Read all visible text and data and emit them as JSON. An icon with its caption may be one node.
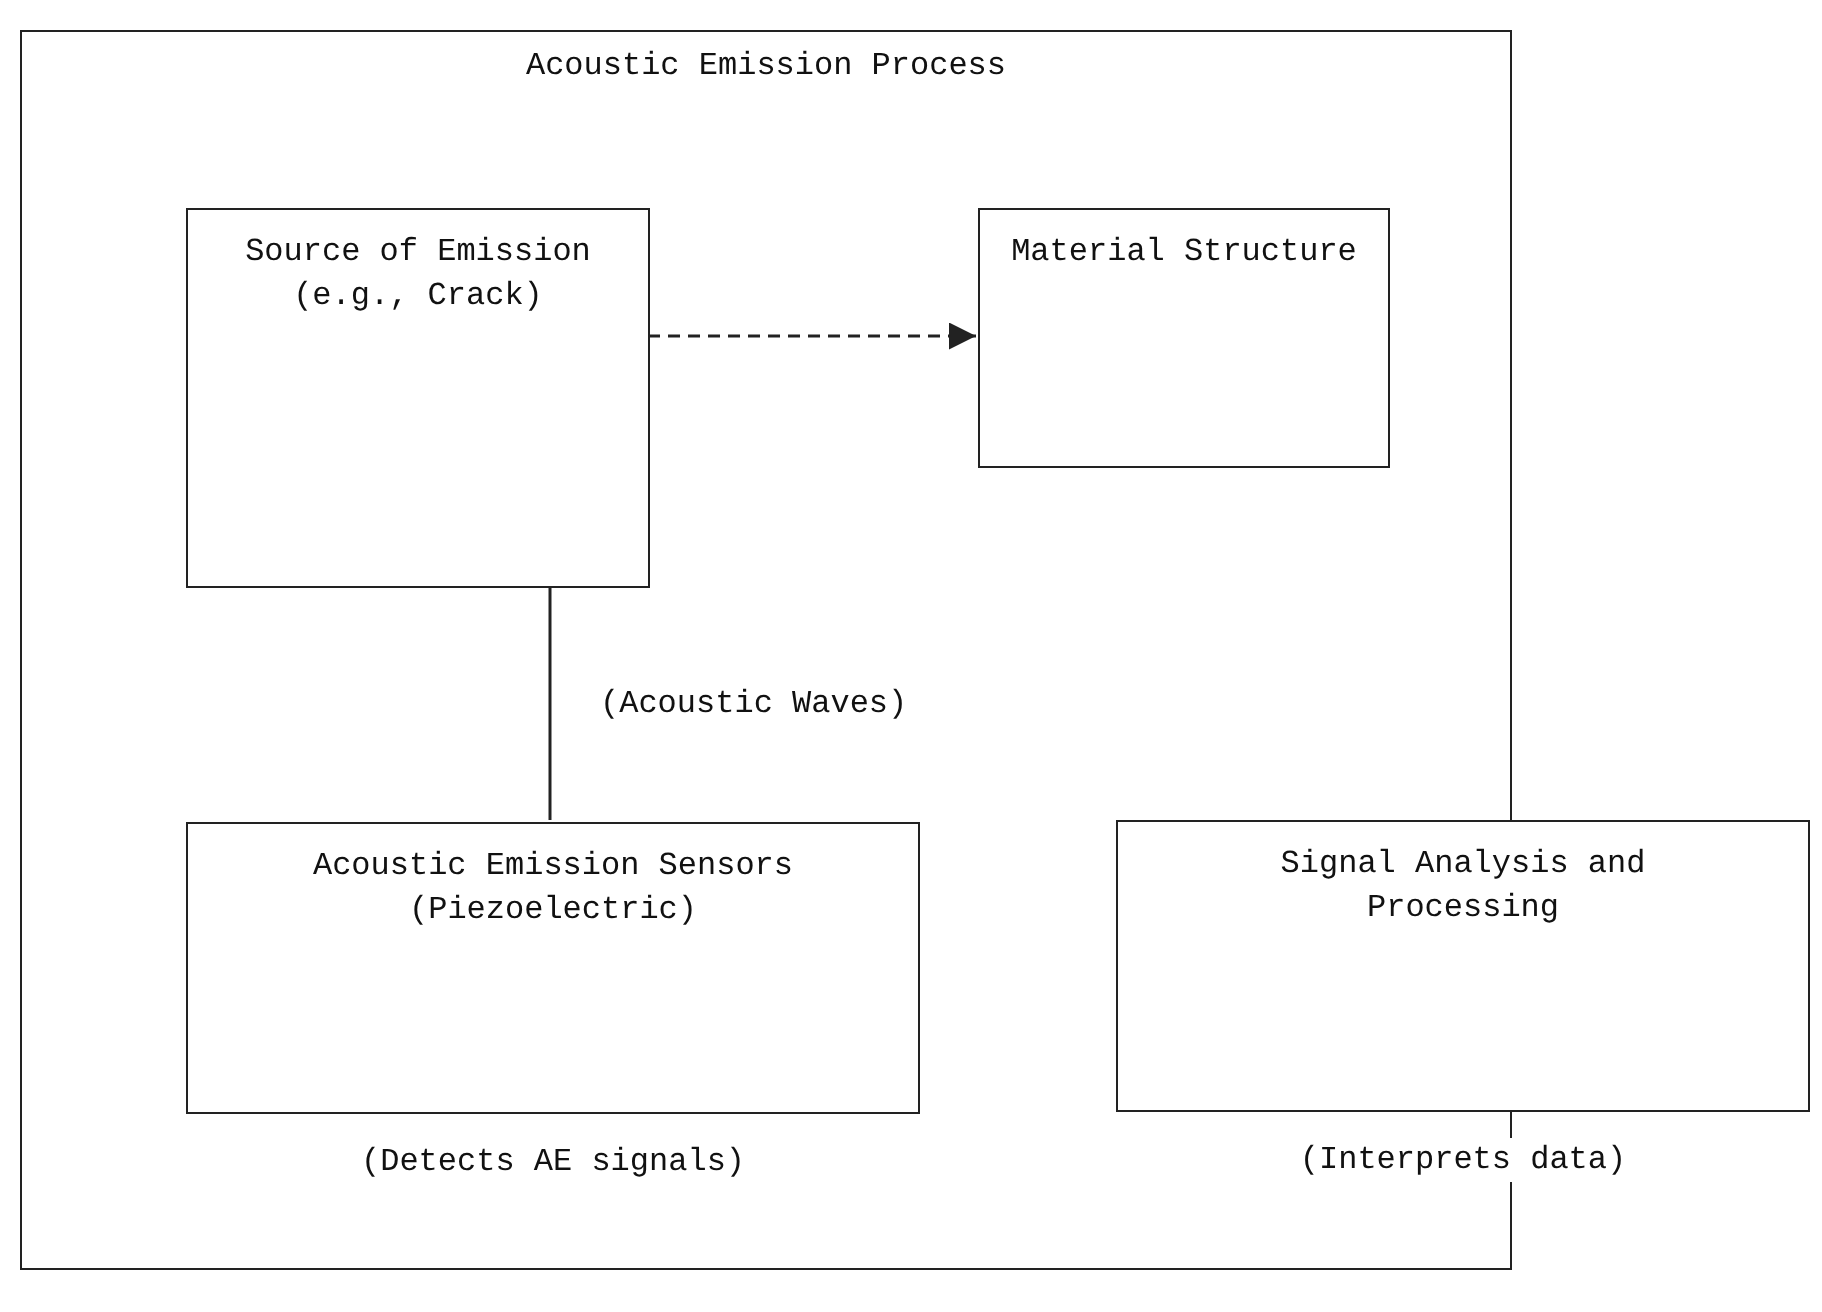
{
  "diagram": {
    "nodes": [
      {
        "text": [
          "Acoustic Emission Process"
        ]
      },
      {
        "text": [
          "Source of Emission (e.g., Crack)"
        ],
        "in": 0
      },
      {
        "text": [
          "Material Structure"
        ],
        "in": 0
      },
      {
        "text": [
          "Acoustic Emission Sensors (Piezoelectric)"
        ],
        "in": 0,
        "beside": [
          "(Detects AE signals)"
        ]
      },
      {
        "text": [
          "Signal Analysis and Processing"
        ],
        "beside": [
          "(Interprets data)"
        ]
      }
    ],
    "edges": [
      {
        "from": 1,
        "to": 2,
        "arrow": "to",
        "style": "dashed"
      },
      {
        "from": 1,
        "to": 3,
        "arrow": "none",
        "label": "(Acoustic Waves)"
      }
    ]
  }
}
